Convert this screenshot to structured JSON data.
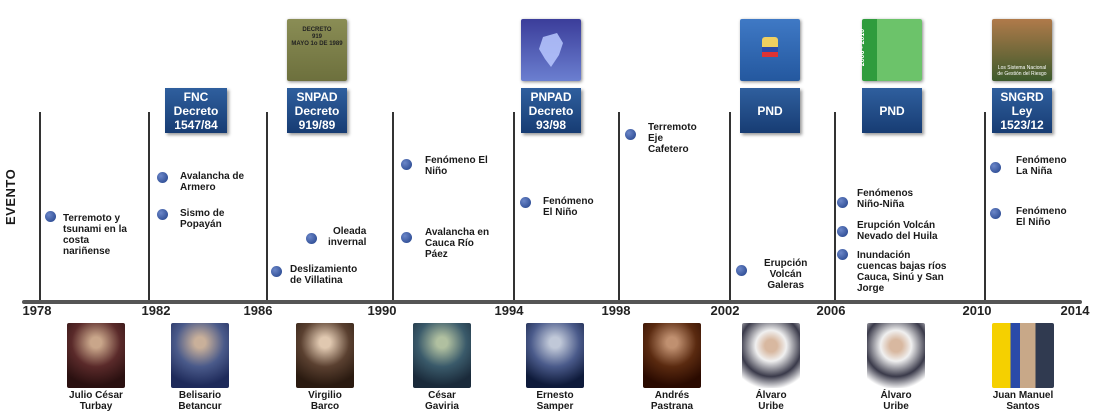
{
  "ylabel": "EVENTO",
  "years": [
    "1978",
    "1982",
    "1986",
    "1990",
    "1994",
    "1998",
    "2002",
    "2006",
    "2010",
    "2014"
  ],
  "policies": [
    {
      "label": "FNC\nDecreto\n1547/84"
    },
    {
      "label": "SNPAD\nDecreto\n919/89",
      "cover_text": "DECRETO\n919\nMAYO 1o DE 1989"
    },
    {
      "label": "PNPAD\nDecreto\n93/98"
    },
    {
      "label": "PND"
    },
    {
      "label": "PND",
      "cover_text": "2006 - 2010"
    },
    {
      "label": "SNGRD\nLey\n1523/12",
      "cover_text": "Los Sistema Nacional\nde Gestión del Riesgo"
    }
  ],
  "events": [
    "Terremoto y\ntsunami en la\ncosta\nnariñense",
    "Avalancha de\nArmero",
    "Sismo de\nPopayán",
    "Oleada\ninvernal",
    "Deslizamiento\nde Villatina",
    "Fenómeno El\nNiño",
    "Avalancha en\nCauca Río\nPáez",
    "Fenómeno\nEl Niño",
    "Terremoto\nEje\nCafetero",
    "Erupción\nVolcán\nGaleras",
    "Fenómenos\nNiño-Niña",
    "Erupción Volcán\nNevado del Huila",
    "Inundación\ncuencas bajas ríos\nCauca, Sinú y San\nJorge",
    "Fenómeno\nLa Niña",
    "Fenómeno\nEl Niño"
  ],
  "presidents": [
    "Julio César\nTurbay",
    "Belisario\nBetancur",
    "Virgilio\nBarco",
    "César\nGaviria",
    "Ernesto\nSamper",
    "Andrés\nPastrana",
    "Álvaro\nUribe",
    "Álvaro\nUribe",
    "Juan Manuel\nSantos"
  ]
}
